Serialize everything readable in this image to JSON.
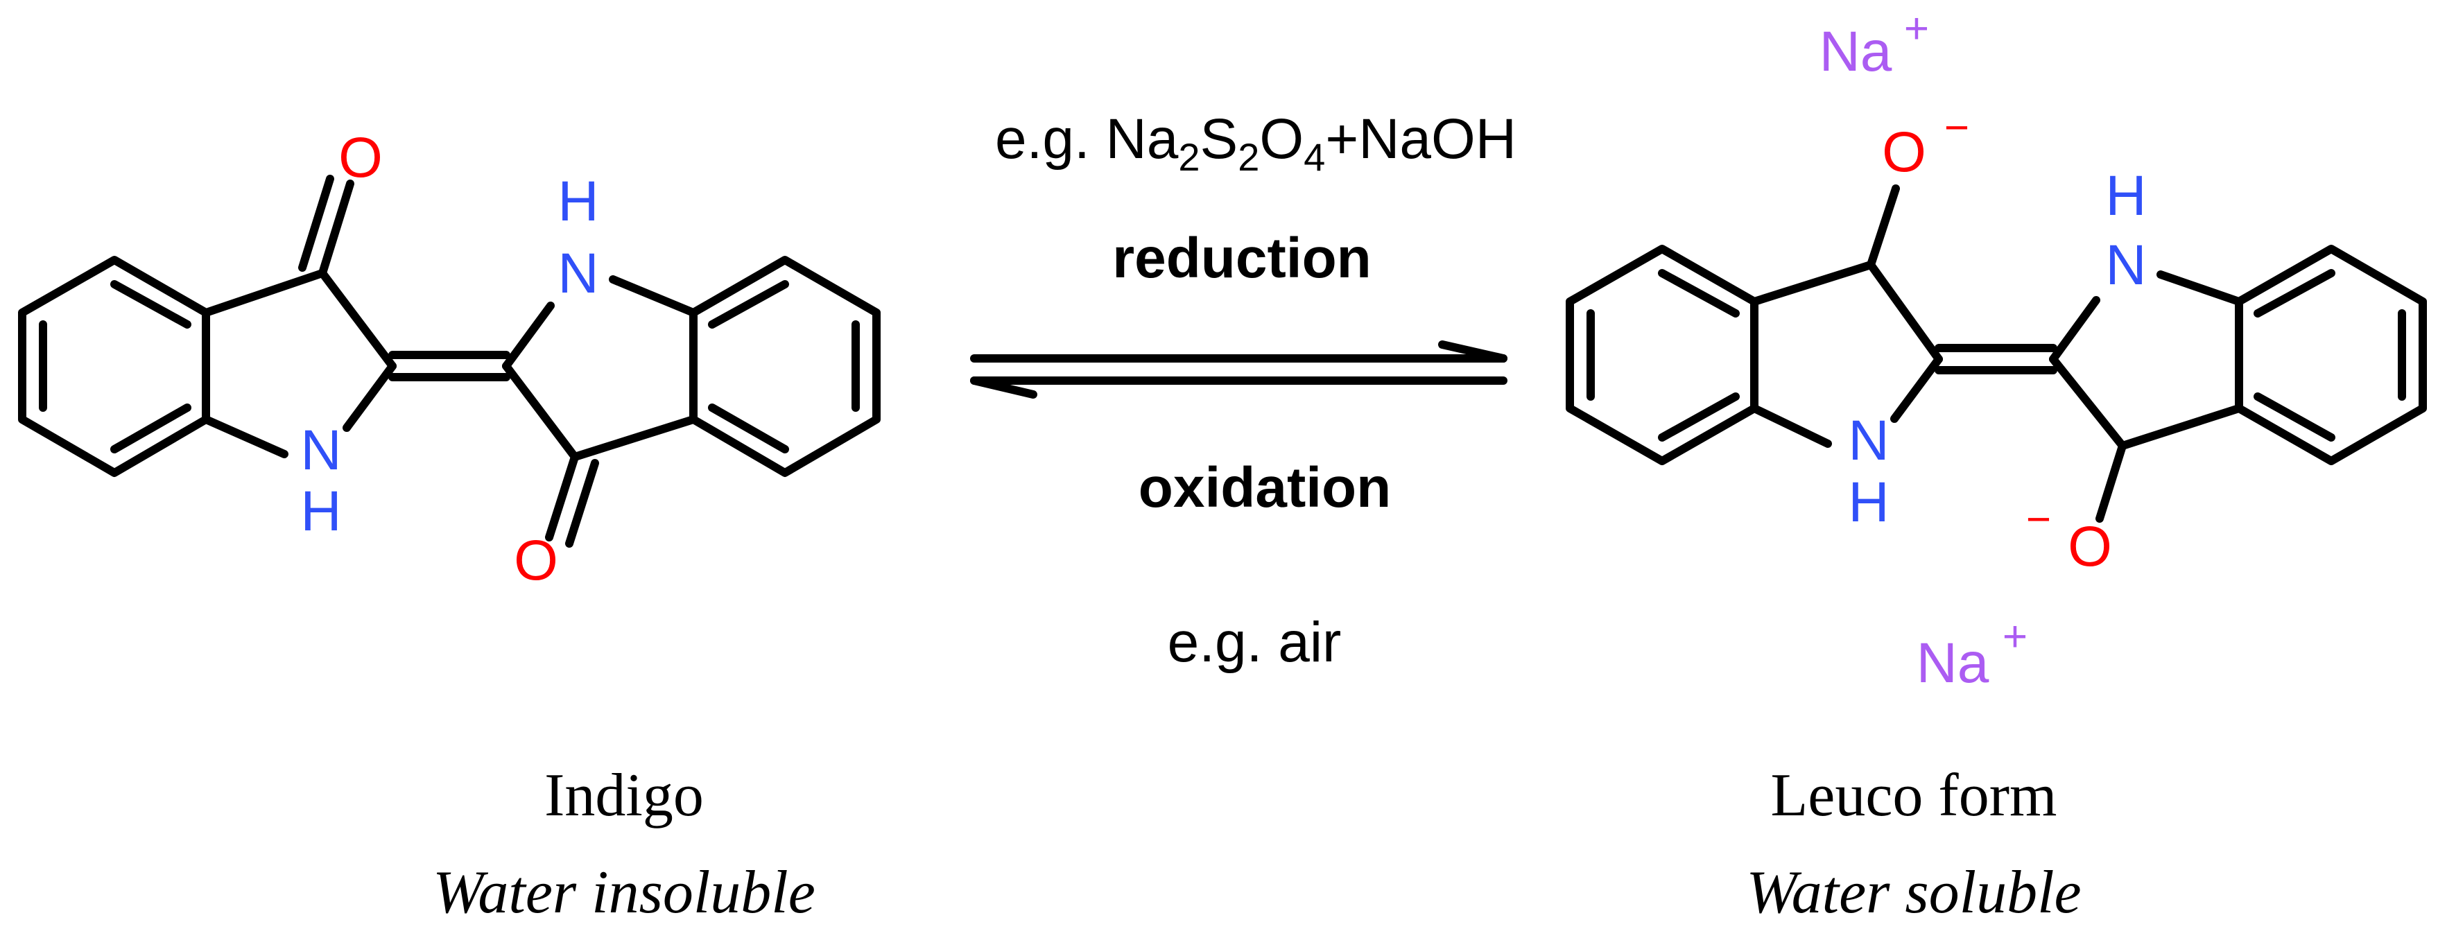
{
  "indigo": {
    "atoms": {
      "o_top": "O",
      "nh_top_n": "N",
      "nh_top_h": "H",
      "nh_bottom_n": "N",
      "nh_bottom_h": "H",
      "o_bottom": "O"
    },
    "caption": "Indigo",
    "subcaption": "Water insoluble"
  },
  "leuco": {
    "atoms": {
      "na_top": "Na",
      "na_top_charge": "+",
      "o_top": "O",
      "o_top_charge": "−",
      "nh_top_n": "N",
      "nh_top_h": "H",
      "nh_bottom_n": "N",
      "nh_bottom_h": "H",
      "o_bottom": "O",
      "o_bottom_charge": "−",
      "na_bottom": "Na",
      "na_bottom_charge": "+"
    },
    "caption": "Leuco form",
    "subcaption": "Water soluble"
  },
  "reaction": {
    "reagent_top": {
      "prefix": "e.g. Na",
      "sub1": "2",
      "s": "S",
      "sub2": "2",
      "o": "O",
      "sub3": "4",
      "suffix": "+NaOH"
    },
    "forward_label": "reduction",
    "reverse_label": "oxidation",
    "reagent_bottom": "e.g. air"
  },
  "colors": {
    "bond": "#000000",
    "oxygen": "#ff0000",
    "nitrogen": "#3050f8",
    "sodium": "#ab5cf2",
    "text": "#000000"
  }
}
